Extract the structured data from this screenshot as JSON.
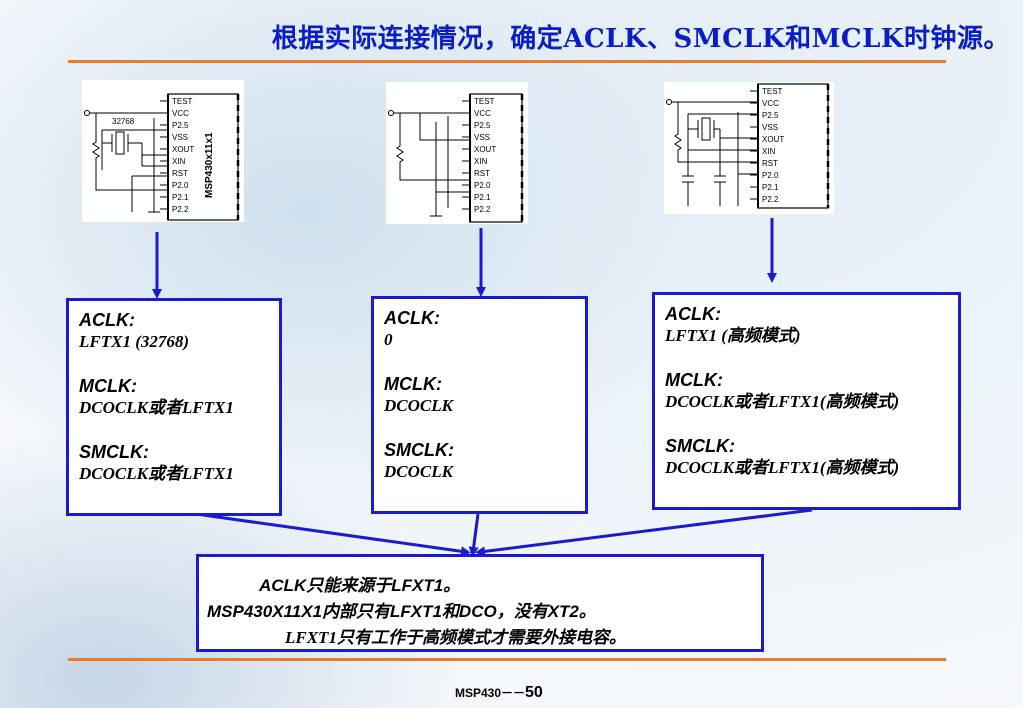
{
  "title": "根据实际连接情况，确定ACLK、SMCLK和MCLK时钟源。",
  "pins": [
    "TEST",
    "VCC",
    "P2.5",
    "VSS",
    "XOUT",
    "XIN",
    "RST",
    "P2.0",
    "P2.1",
    "P2.2"
  ],
  "chip1": {
    "crystal_label": "32768",
    "part_label": "MSP430x11x1"
  },
  "boxes": [
    {
      "aclk_label": "ACLK:",
      "aclk_value": "LFTX1 (32768)",
      "mclk_label": "MCLK:",
      "mclk_value": "DCOCLK或者LFTX1",
      "smclk_label": "SMCLK:",
      "smclk_value": "DCOCLK或者LFTX1"
    },
    {
      "aclk_label": "ACLK:",
      "aclk_value": "0",
      "mclk_label": "MCLK:",
      "mclk_value": "DCOCLK",
      "smclk_label": "SMCLK:",
      "smclk_value": "DCOCLK"
    },
    {
      "aclk_label": "ACLK:",
      "aclk_value": "LFTX1 (高频模式)",
      "mclk_label": "MCLK:",
      "mclk_value": "DCOCLK或者LFTX1(高频模式)",
      "smclk_label": "SMCLK:",
      "smclk_value": "DCOCLK或者LFTX1(高频模式)"
    }
  ],
  "note": {
    "line1": "ACLK只能来源于LFXT1。",
    "line2": "MSP430X11X1内部只有LFXT1和DCO，没有XT2。",
    "line3": "LFXT1只有工作于高频模式才需要外接电容。"
  },
  "footer": {
    "prefix": "MSP430－－",
    "page": "50"
  },
  "colors": {
    "title": "#0a1ec8",
    "box_border": "#1a1ad0",
    "arrow": "#1a1ad0",
    "rule": "#f07a24"
  }
}
